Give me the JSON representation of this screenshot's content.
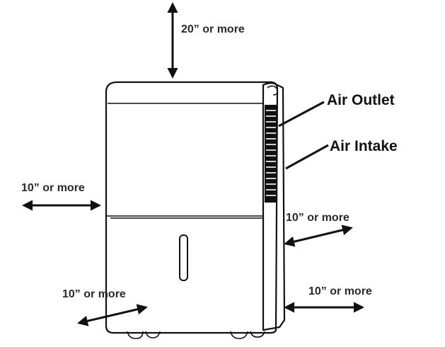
{
  "clearances": {
    "top": "20” or more",
    "left": "10” or more",
    "right_upper": "10” or more",
    "bottom_left": "10” or more",
    "bottom_right": "10” or more"
  },
  "parts": {
    "air_outlet": "Air Outlet",
    "air_intake": "Air Intake"
  }
}
